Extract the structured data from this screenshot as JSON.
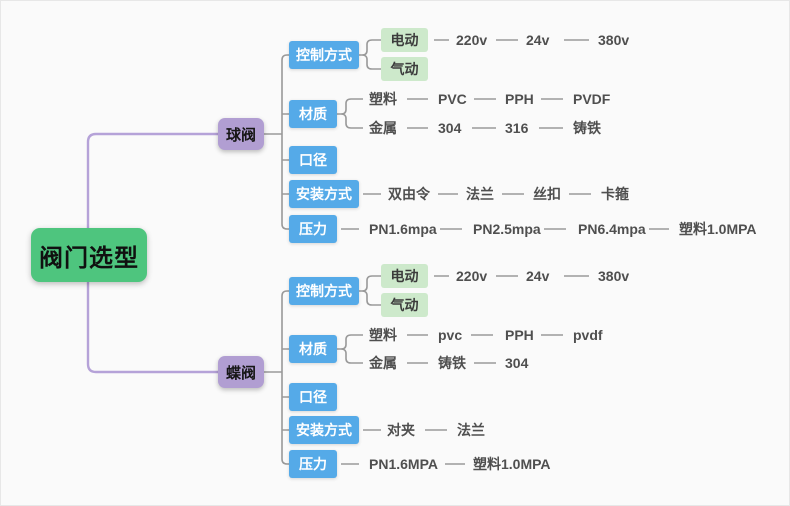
{
  "colors": {
    "root-green": "#4ec57e",
    "branch-purple": "#b19ed2",
    "node-blue": "#55aae8",
    "node-light-green": "#cde9cb",
    "wire-gray": "#999999",
    "wire-purple": "#b5a2d8",
    "text-dark": "#4f4f4f"
  },
  "root": {
    "label": "阀门选型"
  },
  "ball": {
    "label": "球阀",
    "control": {
      "label": "控制方式",
      "electric": {
        "label": "电动",
        "chain": [
          "220v",
          "24v",
          "380v"
        ]
      },
      "pneumatic": {
        "label": "气动"
      }
    },
    "material": {
      "label": "材质",
      "plastic": {
        "label": "塑料",
        "chain": [
          "PVC",
          "PPH",
          "PVDF"
        ]
      },
      "metal": {
        "label": "金属",
        "chain": [
          "304",
          "316",
          "铸铁"
        ]
      }
    },
    "caliber": {
      "label": "口径"
    },
    "install": {
      "label": "安装方式",
      "chain": [
        "双由令",
        "法兰",
        "丝扣",
        "卡箍"
      ]
    },
    "pressure": {
      "label": "压力",
      "chain": [
        "PN1.6mpa",
        "PN2.5mpa",
        "PN6.4mpa",
        "塑料1.0MPA"
      ]
    }
  },
  "butterfly": {
    "label": "蝶阀",
    "control": {
      "label": "控制方式",
      "electric": {
        "label": "电动",
        "chain": [
          "220v",
          "24v",
          "380v"
        ]
      },
      "pneumatic": {
        "label": "气动"
      }
    },
    "material": {
      "label": "材质",
      "plastic": {
        "label": "塑料",
        "chain": [
          "pvc",
          "PPH",
          "pvdf"
        ]
      },
      "metal": {
        "label": "金属",
        "chain": [
          "铸铁",
          "304"
        ]
      }
    },
    "caliber": {
      "label": "口径"
    },
    "install": {
      "label": "安装方式",
      "chain": [
        "对夹",
        "法兰"
      ]
    },
    "pressure": {
      "label": "压力",
      "chain": [
        "PN1.6MPA",
        "塑料1.0MPA"
      ]
    }
  }
}
